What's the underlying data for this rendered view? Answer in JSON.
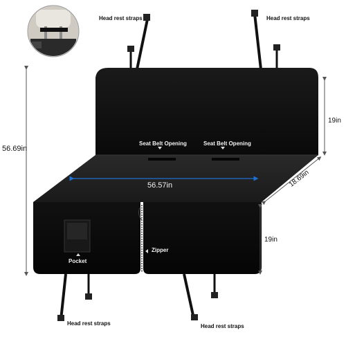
{
  "labels": {
    "head_rest_straps_top_left": "Head rest straps",
    "head_rest_straps_top_right": "Head rest straps",
    "seat_belt_opening_left": "Seat Belt Opening",
    "seat_belt_opening_right": "Seat Belt Opening",
    "pocket": "Pocket",
    "zipper": "Zipper",
    "head_rest_straps_bottom_left": "Head rest straps",
    "head_rest_straps_bottom_right": "Head rest straps"
  },
  "dimensions": {
    "total_height": "56.69in",
    "width": "56.57in",
    "back_height": "19in",
    "seat_depth": "18.69in",
    "flap_height": "19in"
  },
  "colors": {
    "cover_black": "#0b0b0b",
    "arrow_blue": "#1d6fd1",
    "arrow_grey": "#5b5b5b"
  },
  "icons": {
    "inset_photo": "headrest-strap-photo",
    "arrow_up": "triangle-up-icon",
    "arrow_left": "triangle-left-icon",
    "arrow_down": "triangle-down-icon"
  }
}
